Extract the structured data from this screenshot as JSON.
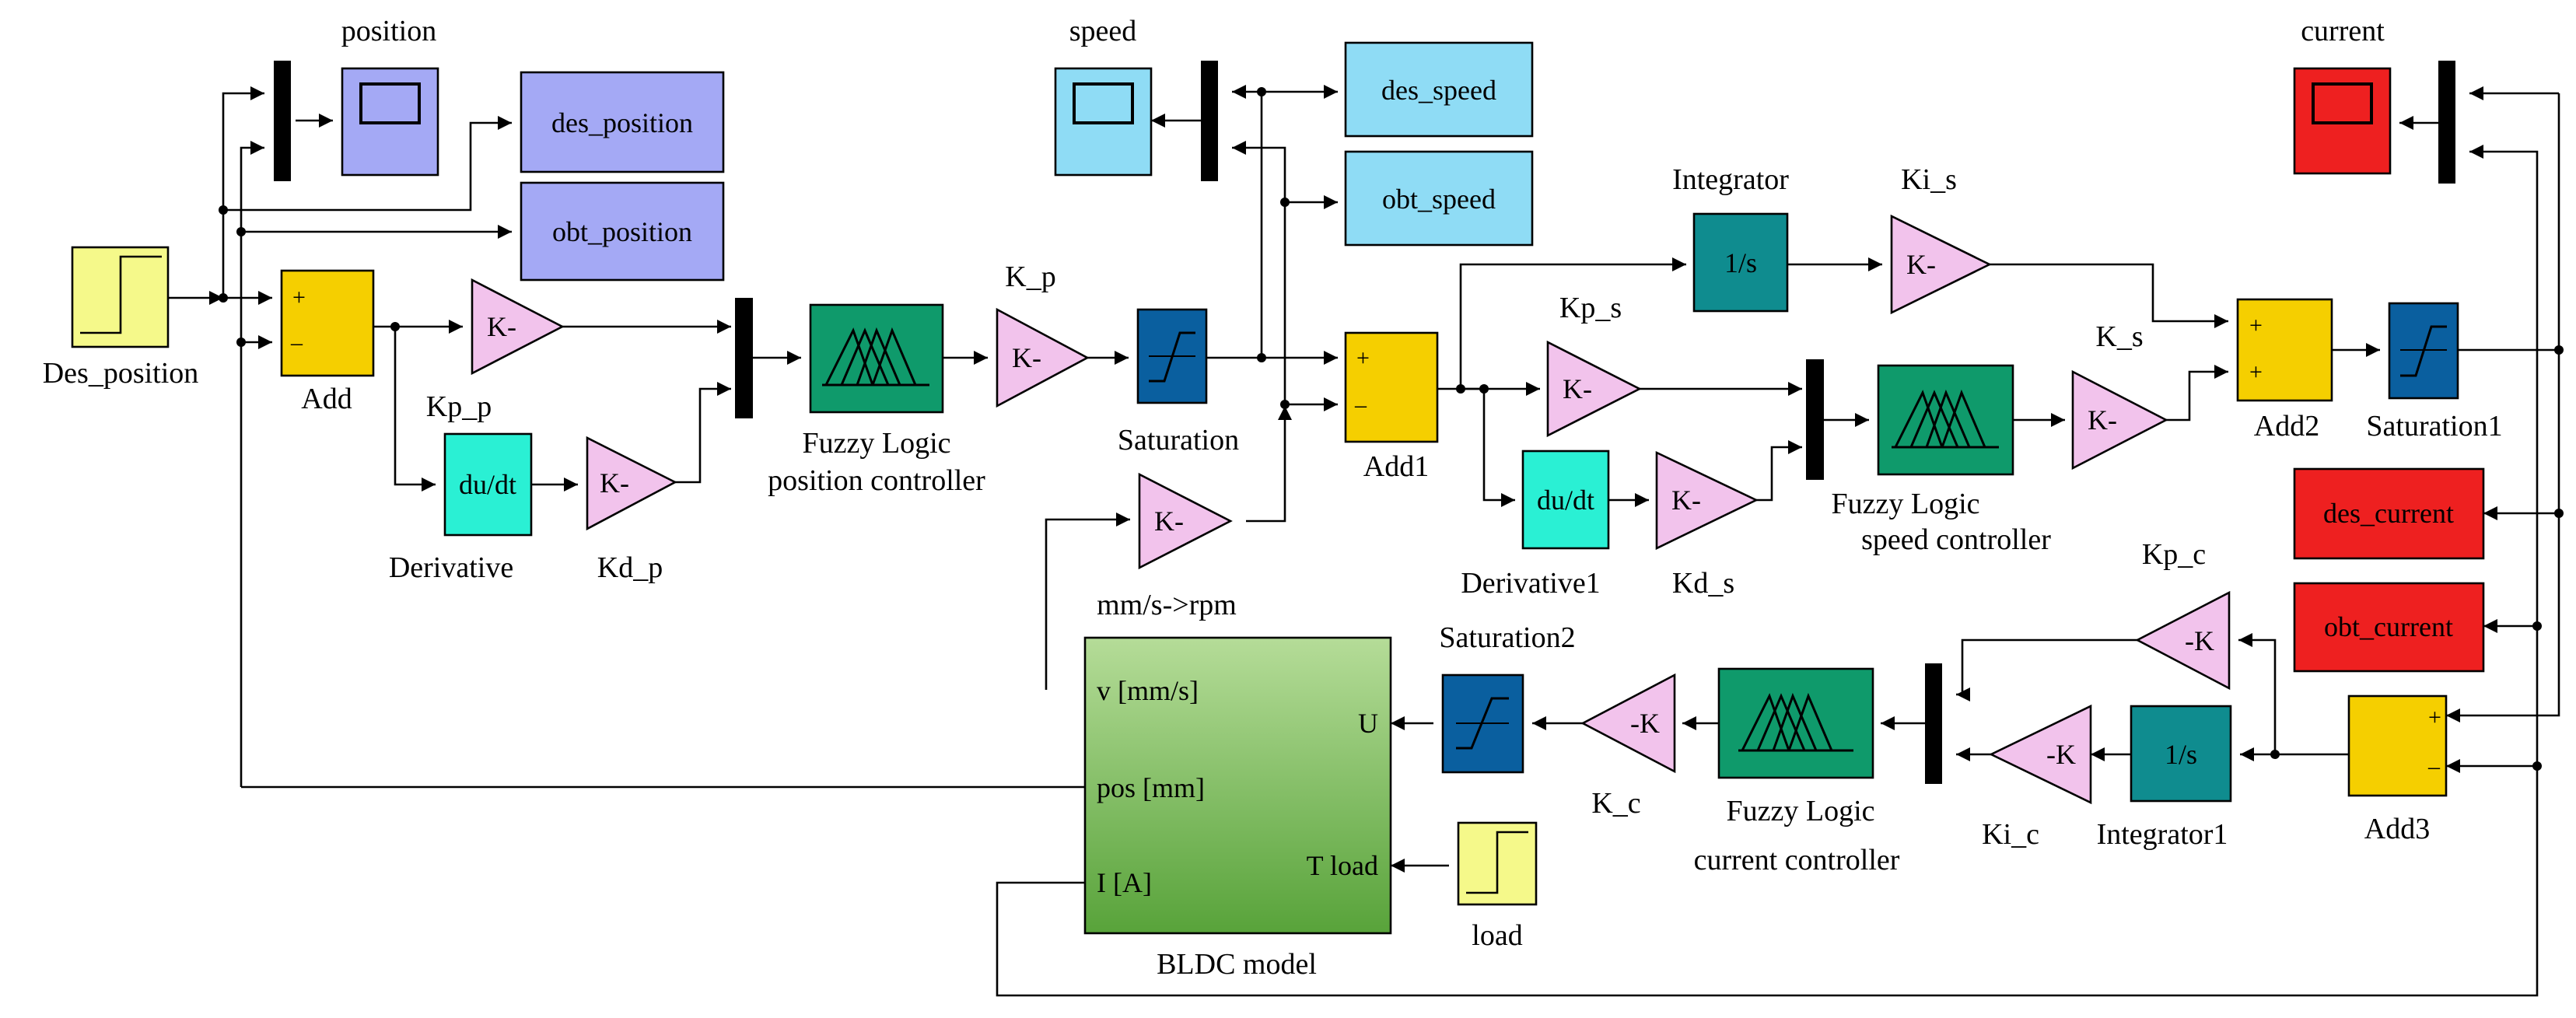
{
  "blocks": {
    "des_position": "Des_position",
    "position": "position",
    "des_position_goto": "des_position",
    "obt_position_goto": "obt_position",
    "add": "Add",
    "kp_p": "Kp_p",
    "gain_kp_p": "K-",
    "derivative": "Derivative",
    "derivative_fn": "du/dt",
    "kd_p": "Kd_p",
    "gain_kd_p": "K-",
    "fuzzy_position_l1": "Fuzzy Logic",
    "fuzzy_position_l2": "position controller",
    "k_p": "K_p",
    "gain_k_p": "K-",
    "saturation": "Saturation",
    "speed": "speed",
    "des_speed_goto": "des_speed",
    "obt_speed_goto": "obt_speed",
    "mm_rpm": "mm/s->rpm",
    "gain_mm_rpm": "K-",
    "add1": "Add1",
    "integrator": "Integrator",
    "integrator_fn": "1/s",
    "ki_s": "Ki_s",
    "gain_ki_s": "K-",
    "kp_s": "Kp_s",
    "gain_kp_s": "K-",
    "derivative1": "Derivative1",
    "derivative1_fn": "du/dt",
    "kd_s": "Kd_s",
    "gain_kd_s": "K-",
    "fuzzy_speed_l1": "Fuzzy Logic",
    "fuzzy_speed_l2": "speed controller",
    "k_s": "K_s",
    "gain_k_s": "K-",
    "add2": "Add2",
    "saturation1": "Saturation1",
    "current": "current",
    "des_current_goto": "des_current",
    "obt_current_goto": "obt_current",
    "kp_c": "Kp_c",
    "gain_kp_c": "-K",
    "add3": "Add3",
    "integrator1": "Integrator1",
    "integrator1_fn": "1/s",
    "ki_c": "Ki_c",
    "gain_ki_c": "-K",
    "fuzzy_current_l1": "Fuzzy Logic",
    "fuzzy_current_l2": "current controller",
    "k_c": "K_c",
    "gain_k_c": "-K",
    "saturation2": "Saturation2",
    "bldc": "BLDC model",
    "bldc_v": "v [mm/s]",
    "bldc_pos": "pos [mm]",
    "bldc_i": "I [A]",
    "bldc_u": "U",
    "bldc_tload": "T load",
    "load": "load",
    "plus": "+",
    "minus": "–"
  },
  "colors": {
    "step": "#f5f98a",
    "scope_blue": "#a4a9f5",
    "goto_blue": "#a4a9f5",
    "scope_cyan": "#8fdcf5",
    "goto_cyan": "#8fdcf5",
    "scope_red": "#ee2020",
    "goto_red": "#ee2020",
    "sum": "#f5cf00",
    "gain": "#f2c3ec",
    "derivative": "#2af0d4",
    "integrator": "#0f8c8f",
    "fuzzy": "#0f9a6b",
    "saturation": "#0a5f9f",
    "bldc": "#8cc66a"
  }
}
